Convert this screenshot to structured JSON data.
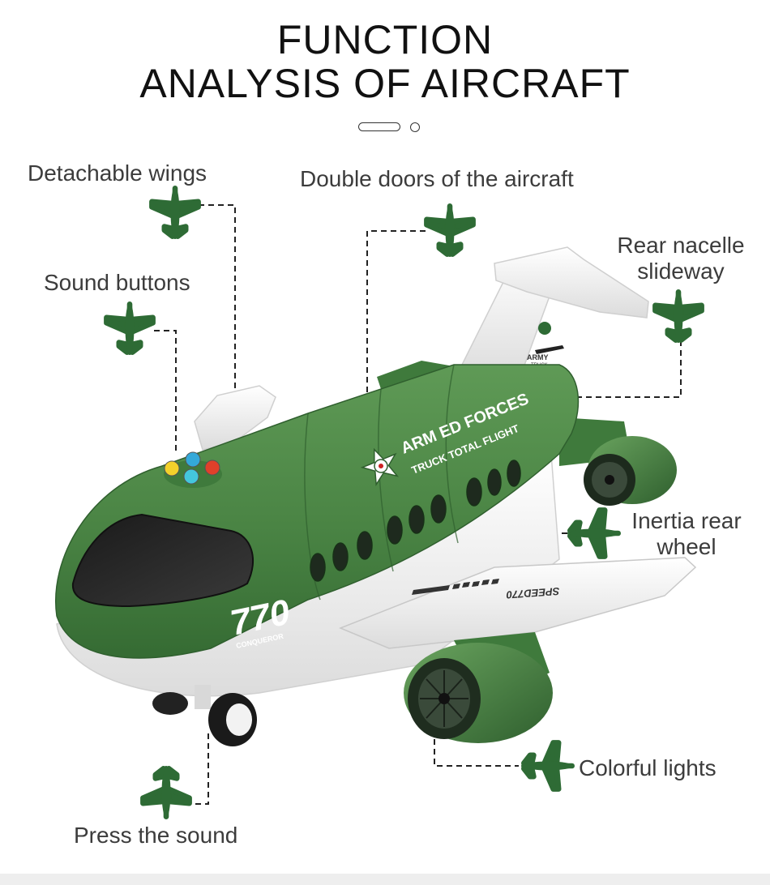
{
  "heading": {
    "line1": "FUNCTION",
    "line2": "ANALYSIS OF AIRCRAFT"
  },
  "labels": {
    "detachable_wings": "Detachable wings",
    "double_doors": "Double doors of the aircraft",
    "rear_nacelle_line1": "Rear nacelle",
    "rear_nacelle_line2": "slideway",
    "sound_buttons": "Sound buttons",
    "inertia_line1": "Inertia rear",
    "inertia_line2": "wheel",
    "colorful_lights": "Colorful lights",
    "press_sound": "Press the sound"
  },
  "decals": {
    "brand_line1": "ARM ED FORCES",
    "brand_line2": "TRUCK TOTAL FLIGHT",
    "number": "770",
    "number_sub": "CONQUEROR",
    "wing_text": "SPEED770",
    "tail_text": "ARMY",
    "tail_sub": "TRUCK"
  },
  "colors": {
    "fuselage_green": "#4f8a48",
    "dark_green": "#2f6a33",
    "icon_green": "#2e6b35",
    "white_body": "#f4f4f4"
  },
  "icons": [
    "airplane-icon",
    "pager-indicator"
  ]
}
